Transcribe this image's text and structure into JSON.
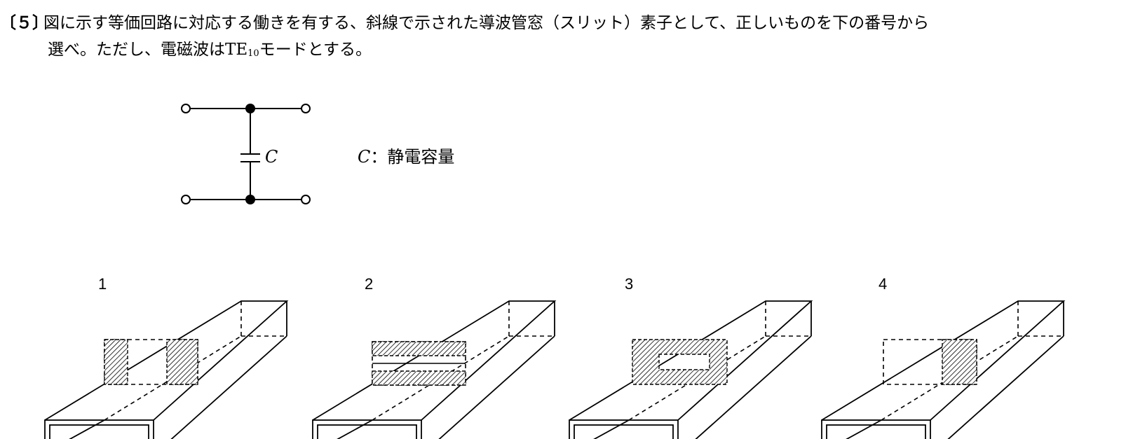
{
  "question": {
    "number": "〔５〕",
    "text_line1": "図に示す等価回路に対応する働きを有する、斜線で示された導波管窓（スリット）素子として、正しいものを下の番号から",
    "text_line2_a": "選べ。ただし、電磁波は",
    "mode_main": "TE",
    "mode_sub": "10",
    "text_line2_b": "モードとする。"
  },
  "circuit": {
    "element_symbol": "C",
    "legend_symbol": "C",
    "legend_text": "：静電容量"
  },
  "options": [
    {
      "label": "1"
    },
    {
      "label": "2"
    },
    {
      "label": "3"
    },
    {
      "label": "4"
    }
  ]
}
